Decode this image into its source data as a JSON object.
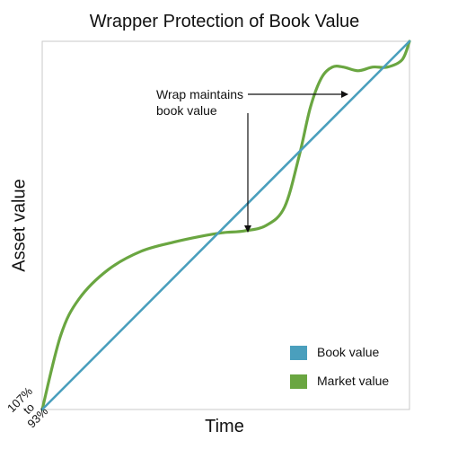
{
  "chart_data": {
    "type": "line",
    "title": "Wrapper Protection of Book Value",
    "xlabel": "Time",
    "ylabel": "Asset value",
    "origin_label": [
      "107%",
      "to",
      "93%"
    ],
    "annotation": [
      "Wrap maintains",
      "book value"
    ],
    "legend_position": "bottom-right",
    "grid": false,
    "series": [
      {
        "name": "Book value",
        "color": "#4a9fbd",
        "x": [
          0,
          1
        ],
        "y": [
          0,
          1
        ]
      },
      {
        "name": "Market value",
        "color": "#6aa641",
        "x": [
          0,
          0.05,
          0.1,
          0.18,
          0.27,
          0.36,
          0.43,
          0.49,
          0.55,
          0.61,
          0.66,
          0.7,
          0.73,
          0.76,
          0.79,
          0.82,
          0.86,
          0.9,
          0.94,
          0.98,
          1.0
        ],
        "y": [
          0,
          0.2,
          0.3,
          0.38,
          0.43,
          0.455,
          0.47,
          0.48,
          0.485,
          0.5,
          0.55,
          0.69,
          0.82,
          0.9,
          0.93,
          0.93,
          0.92,
          0.93,
          0.93,
          0.95,
          1.0
        ]
      }
    ]
  }
}
